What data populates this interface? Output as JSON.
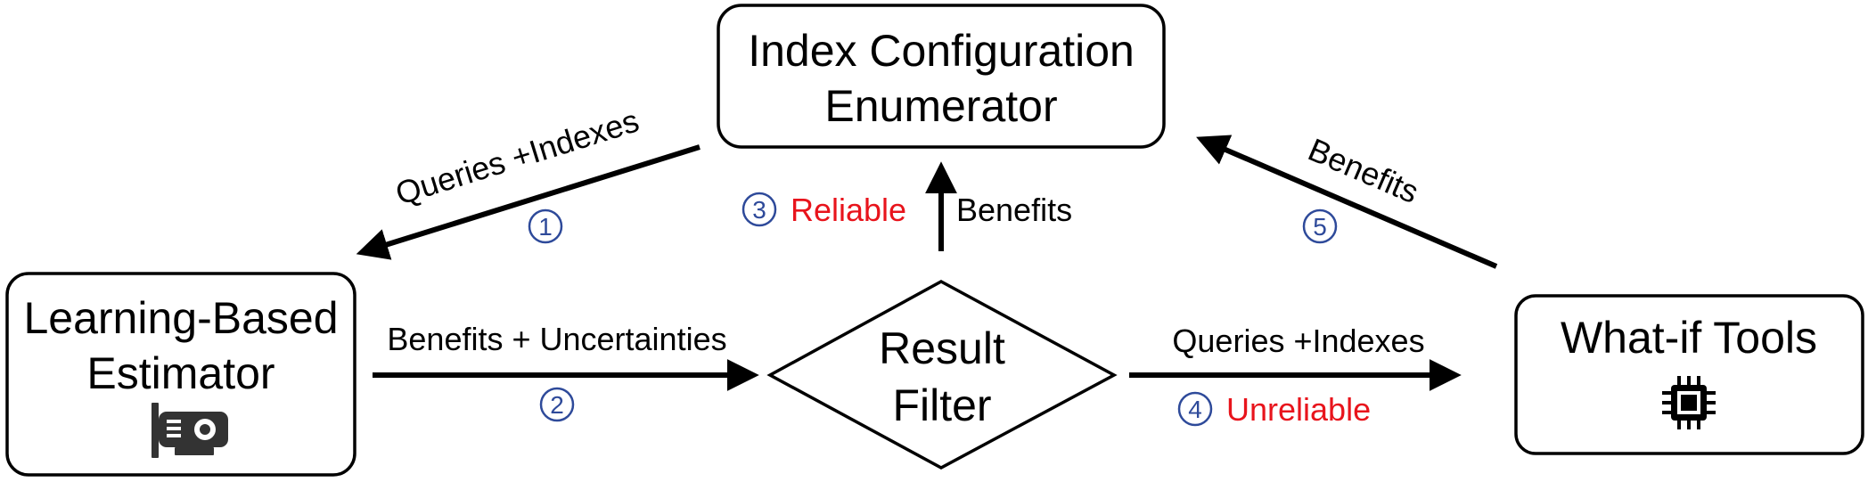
{
  "nodes": {
    "enumerator": {
      "line1": "Index Configuration",
      "line2": "Enumerator"
    },
    "estimator": {
      "line1": "Learning-Based",
      "line2": "Estimator",
      "icon": "gpu-card-icon"
    },
    "filter": {
      "line1": "Result",
      "line2": "Filter"
    },
    "whatif": {
      "line1": "What-if Tools",
      "icon": "cpu-chip-icon"
    }
  },
  "edges": {
    "e1": {
      "label": "Queries +Indexes",
      "num": "1"
    },
    "e2": {
      "label": "Benefits + Uncertainties",
      "num": "2"
    },
    "e3": {
      "label": "Benefits",
      "num": "3",
      "status": "Reliable"
    },
    "e4": {
      "label": "Queries +Indexes",
      "num": "4",
      "status": "Unreliable"
    },
    "e5": {
      "label": "Benefits",
      "num": "5"
    }
  },
  "colors": {
    "step_number": "#2e4a9a",
    "status": "#e8141c",
    "stroke": "#000000"
  }
}
